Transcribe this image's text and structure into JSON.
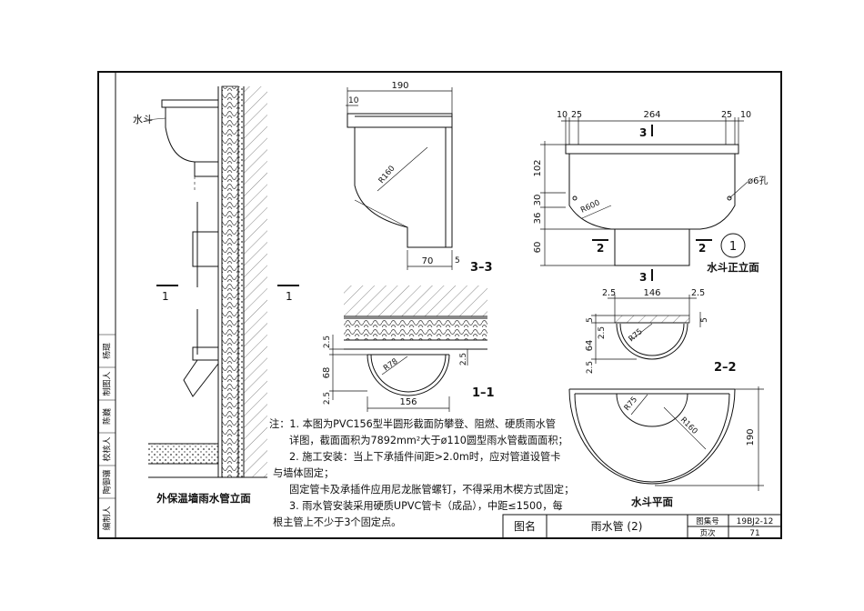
{
  "title_block": {
    "drawing_name_label": "图名",
    "drawing_name": "雨水管 (2)",
    "atlas_no_label": "图集号",
    "atlas_no": "19BJ2-12",
    "page_label": "页次",
    "page_no": "71"
  },
  "side_bar": [
    "编制人",
    "陶御骧",
    "校核人",
    "陈巍",
    "制图人",
    "杨琨"
  ],
  "elevation": {
    "caption": "外保温墙雨水管立面",
    "hopper_label": "水斗",
    "section_mark": "1"
  },
  "section_3_3": {
    "caption": "3–3",
    "dim_top": "190",
    "dim_lip": "10",
    "radius": "R160",
    "dim_pipe": "70",
    "dim_gap": "5"
  },
  "front_elevation": {
    "caption": "水斗正立面",
    "detail_no": "1",
    "dims_top": [
      "10",
      "25",
      "264",
      "25",
      "10"
    ],
    "dims_left": [
      "102",
      "30",
      "36",
      "60"
    ],
    "radius": "R600",
    "hole": "ø6孔",
    "section_mark_3": "3",
    "section_mark_2": "2"
  },
  "section_1_1": {
    "caption": "1–1",
    "dims_left": [
      "2.5",
      "68",
      "2.5"
    ],
    "dim_right": "2.5",
    "radius": "R78",
    "dim_bottom": "156"
  },
  "section_2_2": {
    "caption": "2–2",
    "dims_top": [
      "2.5",
      "146",
      "2.5"
    ],
    "dims_left": [
      "5",
      "2.5",
      "64",
      "2.5"
    ],
    "dim_right": "5",
    "radius": "R75"
  },
  "plan": {
    "caption": "水斗平面",
    "radius_inner": "R75",
    "radius_outer": "R160",
    "dim_right": "190"
  },
  "notes": {
    "lead": "注：",
    "line1": "1. 本图为PVC156型半圆形截面防攀登、阻燃、硬质雨水管",
    "line2": "详图，截面面积为7892mm²大于ø110圆型雨水管截面面积；",
    "line3": "2. 施工安装：当上下承插件间距>2.0m时，应对管道设管卡",
    "line4": "与墙体固定；",
    "line5": "固定管卡及承插件应用尼龙胀管螺钉，不得采用木楔方式固定；",
    "line6": "3. 雨水管安装采用硬质UPVC管卡（成品），中距≤1500，每",
    "line7": "根主管上不少于3个固定点。"
  }
}
